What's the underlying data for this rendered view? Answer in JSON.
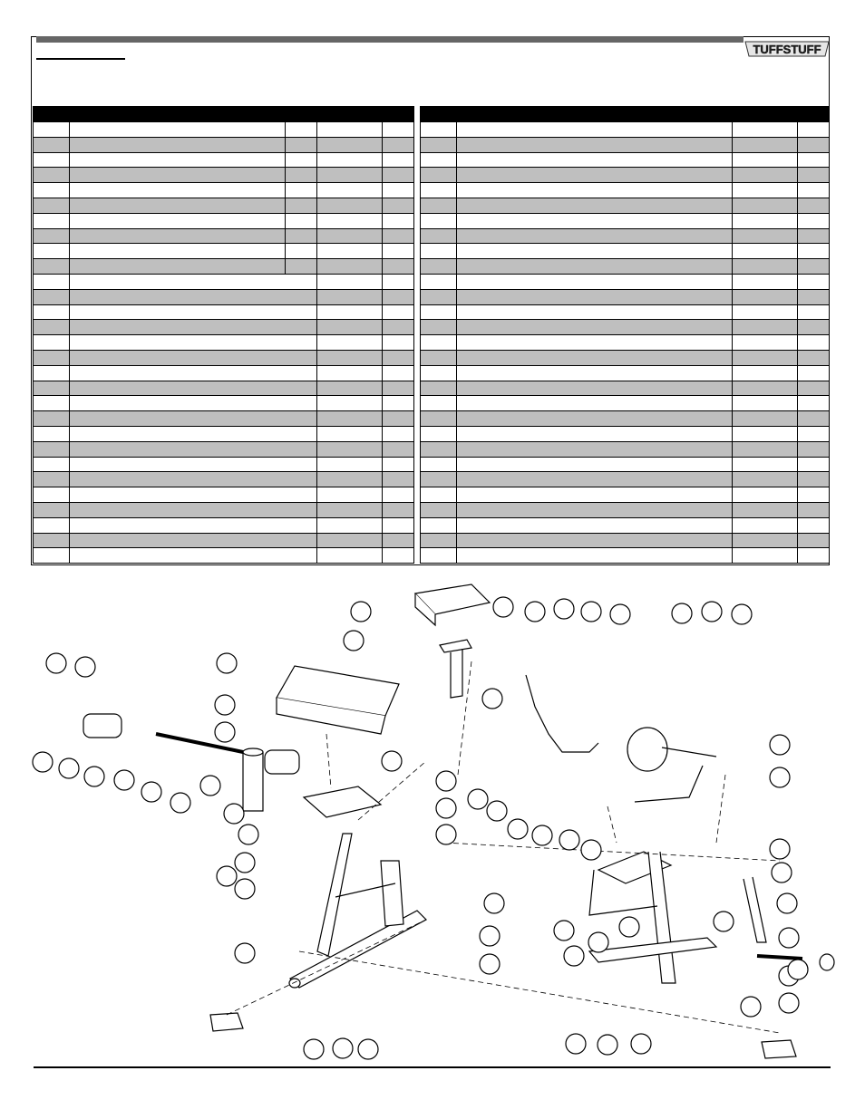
{
  "brand": {
    "logo_text": "TUFFSTUFF"
  },
  "parts_table": {
    "left": {
      "row_count": 29,
      "shaded_rows": [
        1,
        3,
        5,
        7,
        9,
        11,
        13,
        15,
        17,
        19,
        21,
        23,
        25,
        27
      ]
    },
    "right": {
      "row_count": 29,
      "shaded_rows": [
        1,
        3,
        5,
        7,
        9,
        11,
        13,
        15,
        17,
        19,
        21,
        23,
        25,
        27
      ]
    }
  },
  "diagram": {
    "callout_count": 63
  }
}
